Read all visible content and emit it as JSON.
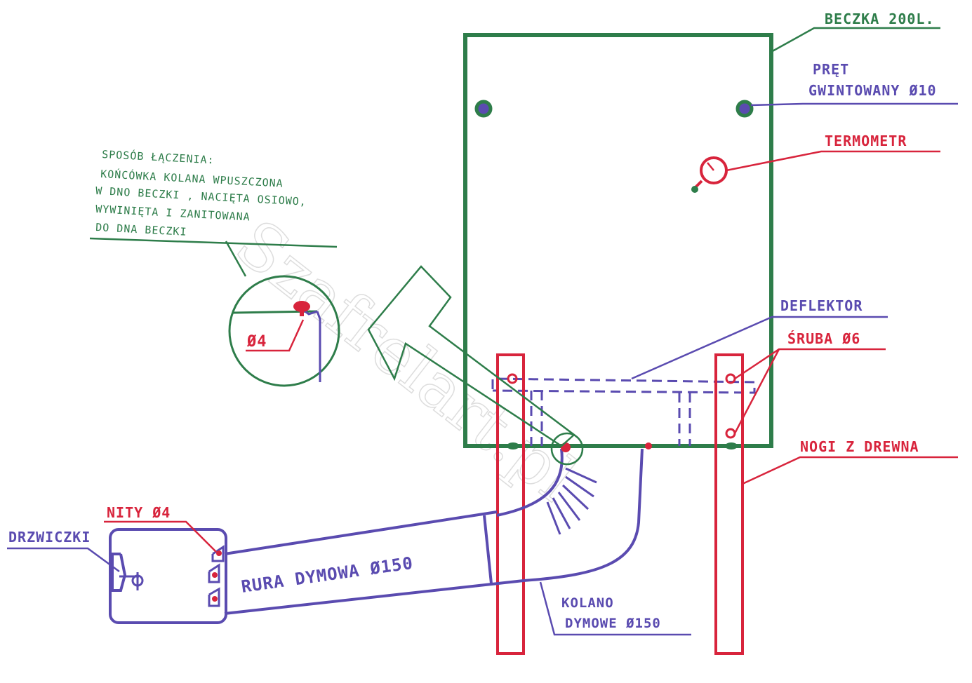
{
  "labels": {
    "barrel": "BECZKA 200L.",
    "rod_line1": "PRĘT",
    "rod_line2": "GWINTOWANY Ø10",
    "thermometer": "TERMOMETR",
    "deflector": "DEFLEKTOR",
    "bolt": "ŚRUBA Ø6",
    "legs": "NOGI Z DREWNA",
    "rivets": "NITY Ø4",
    "door": "DRZWICZKI",
    "pipe": "RURA DYMOWA Ø150",
    "elbow_line1": "KOLANO",
    "elbow_line2": "DYMOWE Ø150",
    "detail_dim": "Ø4"
  },
  "note": {
    "lines": [
      "SPOSÓB ŁĄCZENIA:",
      "KOŃCÓWKA KOLANA WPUSZCZONA",
      "W DNO BECZKI , NACIĘTA OSIOWO,",
      "WYWINIĘTA I ZANITOWANA",
      "DO DNA BECZKI"
    ]
  },
  "watermark": "Szafrelart.pl",
  "colors": {
    "green": "#2e7d4a",
    "blue": "#5a4bb0",
    "red": "#d8243c"
  }
}
